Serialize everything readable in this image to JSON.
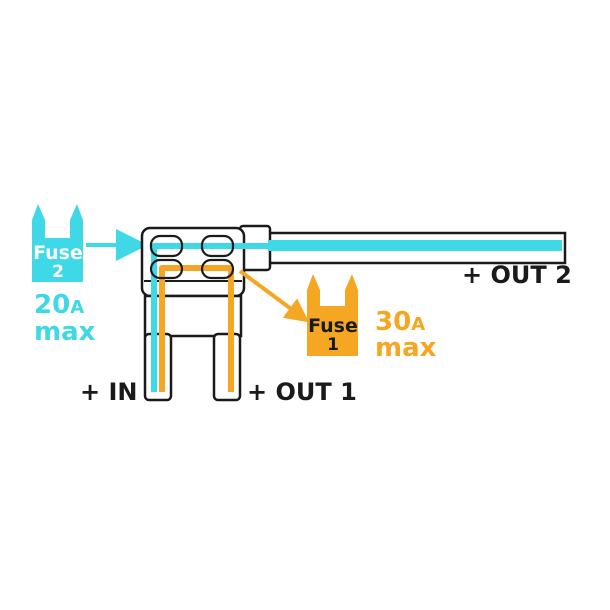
{
  "colors": {
    "cyan": "#3ED8E6",
    "orange": "#F5A623",
    "outline": "#1a1a1a",
    "background": "#ffffff"
  },
  "fuse2": {
    "name_line1": "Fuse",
    "name_line2": "2",
    "rating_value": "20",
    "rating_unit": "A",
    "rating_suffix": "max"
  },
  "fuse1": {
    "name_line1": "Fuse",
    "name_line2": "1",
    "rating_value": "30",
    "rating_unit": "A",
    "rating_suffix": "max"
  },
  "terminals": {
    "in_label": "+ IN",
    "out1_label": "+ OUT 1",
    "out2_label": "+ OUT 2"
  },
  "icons": {
    "fuse_icon": "blade-fuse-icon",
    "arrow_icon": "arrow-right-icon"
  }
}
